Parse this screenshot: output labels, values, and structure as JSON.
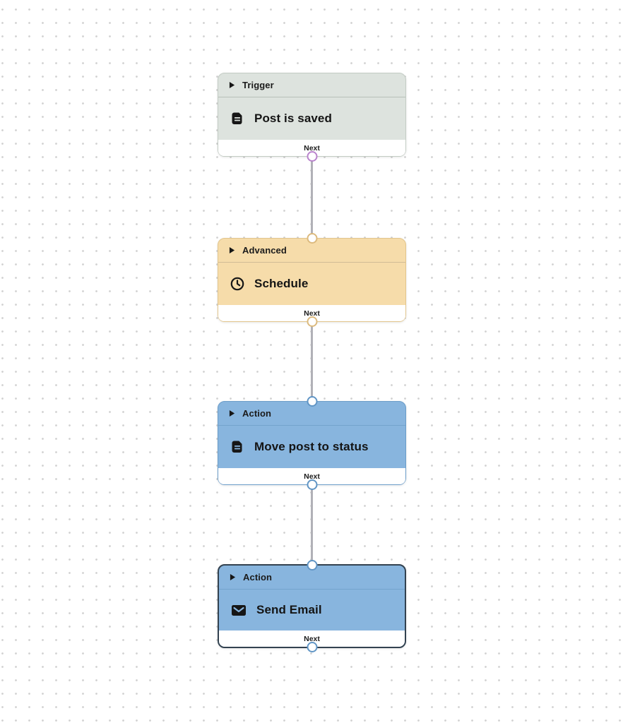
{
  "canvas": {
    "background_color": "#ffffff",
    "dot_color": "#d2d2d2",
    "edge_color": "#b1b1b7"
  },
  "nodes": [
    {
      "type_label": "Trigger",
      "title": "Post is saved",
      "footer_label": "Next",
      "icon": "document-icon",
      "selected": false,
      "colors": {
        "fill": "#dde3de",
        "border": "#c3ccc4",
        "divider": "#b7c0b8",
        "port_bottom": "#b983cc"
      }
    },
    {
      "type_label": "Advanced",
      "title": "Schedule",
      "footer_label": "Next",
      "icon": "clock-icon",
      "selected": false,
      "colors": {
        "fill": "#f6dcaa",
        "border": "#e2c58c",
        "divider": "#d0bc96",
        "port_top": "#dcba7e",
        "port_bottom": "#dcba7e"
      }
    },
    {
      "type_label": "Action",
      "title": "Move post to status",
      "footer_label": "Next",
      "icon": "document-icon",
      "selected": false,
      "colors": {
        "fill": "#88b5de",
        "border": "#6b9dc9",
        "divider": "#74a3cd",
        "port_top": "#6095c5",
        "port_bottom": "#6095c5"
      }
    },
    {
      "type_label": "Action",
      "title": "Send Email",
      "footer_label": "Next",
      "icon": "envelope-icon",
      "selected": true,
      "colors": {
        "fill": "#88b5de",
        "border": "#334250",
        "divider": "#74a3cd",
        "port_top": "#6095c5",
        "port_bottom": "#6095c5"
      }
    }
  ]
}
